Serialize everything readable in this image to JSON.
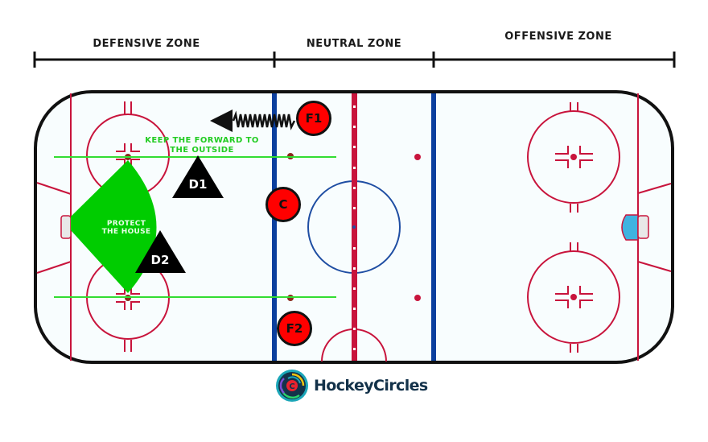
{
  "zones": {
    "defensive": "DEFENSIVE ZONE",
    "neutral": "NEUTRAL ZONE",
    "offensive": "OFFENSIVE ZONE"
  },
  "annotations": {
    "keep_outside_line1": "KEEP THE FORWARD TO",
    "keep_outside_line2": "THE OUTSIDE",
    "protect_house_line1": "PROTECT",
    "protect_house_line2": "THE HOUSE"
  },
  "players": {
    "f1": "F1",
    "c": "C",
    "f2": "F2",
    "d1": "D1",
    "d2": "D2"
  },
  "logo": {
    "text": "HockeyCircles",
    "icon": "hockeycircles-logo-icon"
  },
  "colors": {
    "ice": "#f8fdfe",
    "boards": "#111111",
    "red_line": "#c8143c",
    "blue_line": "#0b3f9e",
    "zone_green": "#00cc00",
    "guide_line_green": "#33dd33",
    "forward_red": "#ff0000",
    "defense_black": "#000000",
    "crease_blue": "#3fb3e0",
    "logo_text": "#13324a"
  },
  "icons": {
    "arrow": "skating-path-arrow-icon",
    "forward_marker": "red-circle",
    "defense_marker": "black-triangle"
  }
}
